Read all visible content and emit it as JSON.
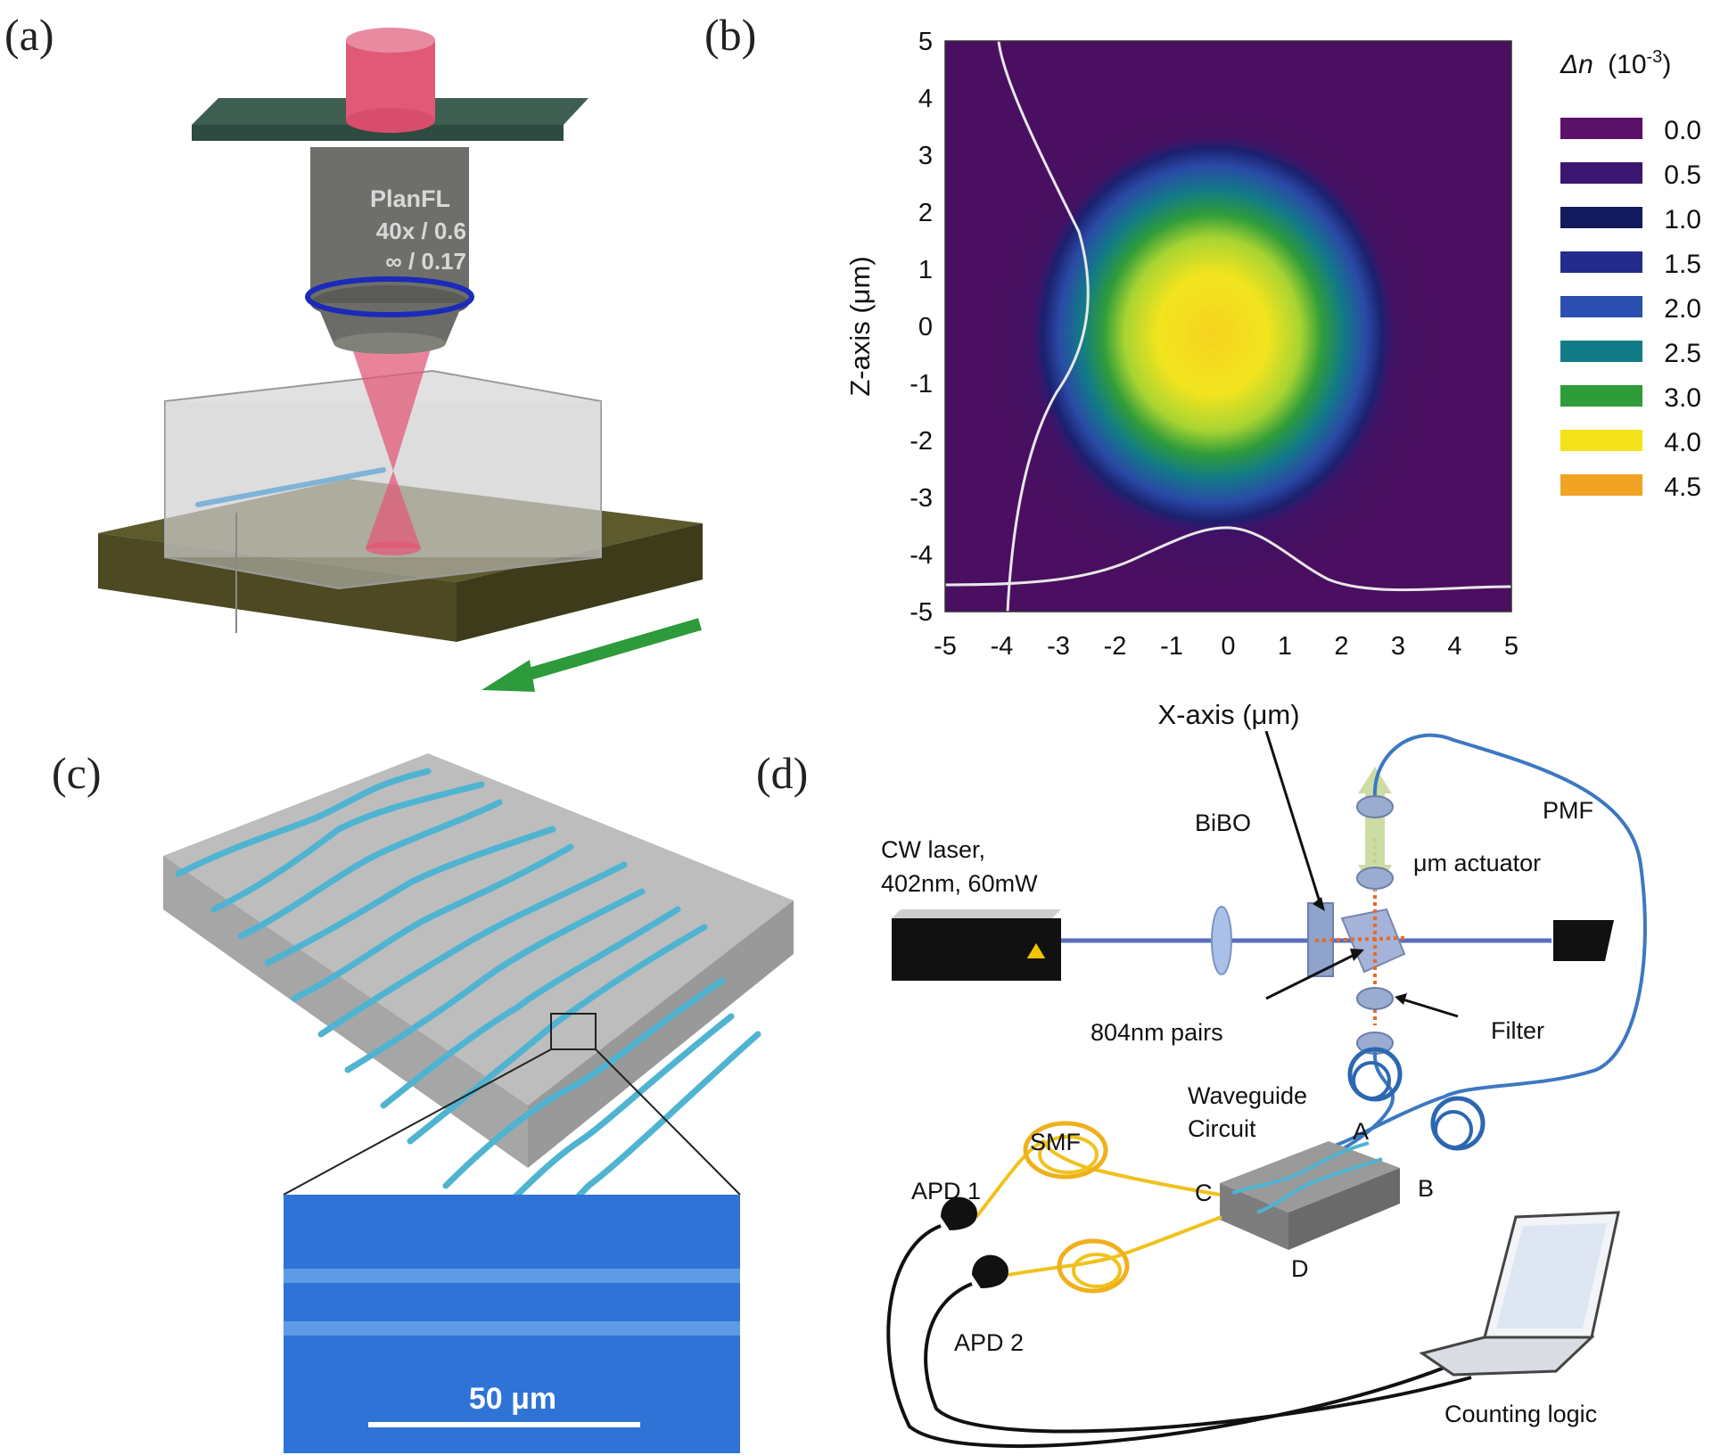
{
  "panels": {
    "a": {
      "label": "(a)",
      "objective_text": [
        "PlanFL",
        "40x / 0.6",
        "∞ / 0.17"
      ],
      "colors": {
        "stage": "#56532a",
        "glass": "#c8c8c8",
        "beam": "#e05a78",
        "arrow": "#2d9a3b",
        "plate": "#3a5a4e",
        "objective": "#6e6f6a",
        "ring": "#1b2ab8"
      }
    },
    "b": {
      "label": "(b)",
      "legend_title_symbol": "Δn",
      "legend_title_unit": "(10",
      "legend_title_exp": "-3",
      "legend_title_close": ")",
      "legend_values": [
        "0.0",
        "0.5",
        "1.0",
        "1.5",
        "2.0",
        "2.5",
        "3.0",
        "4.0",
        "4.5"
      ],
      "legend_colors": [
        "#5a1168",
        "#3a1670",
        "#141a5e",
        "#232c8c",
        "#2b4fb0",
        "#117b86",
        "#2e9c38",
        "#f4e21b",
        "#f1a423"
      ]
    },
    "c": {
      "label": "(c)",
      "scalebar": "50 μm"
    },
    "d": {
      "label": "(d)",
      "labels": {
        "laser_line1": "CW laser,",
        "laser_line2": "402nm, 60mW",
        "bibo": "BiBO",
        "pmf": "PMF",
        "actuator": "μm actuator",
        "pairs": "804nm pairs",
        "filter": "Filter",
        "wg1": "Waveguide",
        "wg2": "Circuit",
        "A": "A",
        "B": "B",
        "C": "C",
        "D": "D",
        "smf": "SMF",
        "apd1": "APD 1",
        "apd2": "APD 2",
        "counting": "Counting logic"
      }
    }
  },
  "chart_data": {
    "type": "heatmap",
    "title": "",
    "xlabel": "X-axis (μm)",
    "ylabel": "Z-axis (μm)",
    "xlim": [
      -5,
      5
    ],
    "ylim": [
      -5,
      5
    ],
    "xticks": [
      "-5",
      "-4",
      "-3",
      "-2",
      "-1",
      "0",
      "1",
      "2",
      "3",
      "4",
      "5"
    ],
    "yticks": [
      "5",
      "4",
      "3",
      "2",
      "1",
      "0",
      "-1",
      "-2",
      "-3",
      "-4",
      "-5"
    ],
    "colorbar_label": "Δn (10^-3)",
    "colorbar_levels": [
      0.0,
      0.5,
      1.0,
      1.5,
      2.0,
      2.5,
      3.0,
      4.0,
      4.5
    ],
    "peak": {
      "x": 0,
      "z": 0.2,
      "value": 4.5
    },
    "legend_position": "right"
  }
}
